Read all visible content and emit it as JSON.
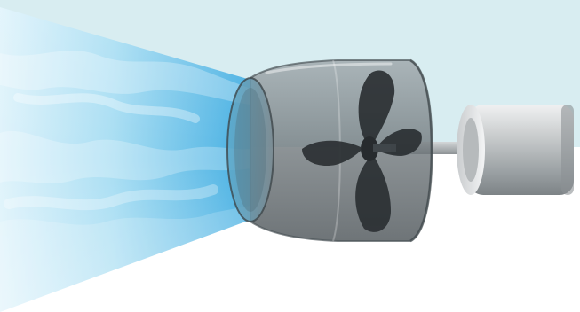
{
  "colors": {
    "top_band": "#d8edf1",
    "background": "#ffffff",
    "water_jet_light": "#e9f7fd",
    "water_jet_mid": "#8fd4f0",
    "water_jet_dark": "#4fb6e6",
    "housing_glass": "#7c858a",
    "housing_edge": "#4b5458",
    "impeller": "#2b3033",
    "motor_light": "#e9eaeb",
    "motor_dark": "#8e9396",
    "shaft": "#b9bcbe"
  },
  "components": [
    {
      "name": "water-jet",
      "icon": "water-stream"
    },
    {
      "name": "pump-housing",
      "icon": "transparent-nozzle"
    },
    {
      "name": "impeller",
      "icon": "propeller-blades"
    },
    {
      "name": "drive-shaft",
      "icon": "rod"
    },
    {
      "name": "motor",
      "icon": "cylinder"
    }
  ]
}
